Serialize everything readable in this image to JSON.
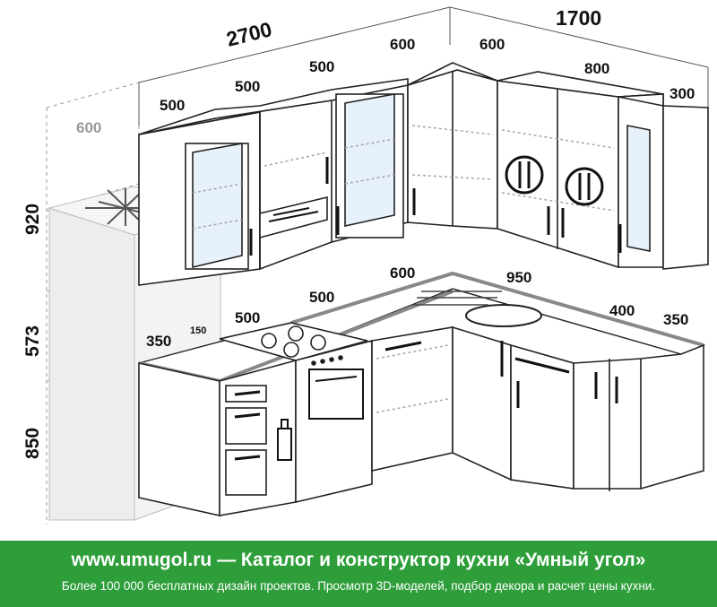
{
  "dimensions": {
    "width_left_run": "2700",
    "width_right_run": "1700",
    "upper": {
      "left_1": "500",
      "left_2": "500",
      "left_3": "500",
      "corner_left": "600",
      "corner_right": "600",
      "right_1": "800",
      "right_2": "300",
      "fridge_depth": "600"
    },
    "heights": {
      "upper": "920",
      "middle": "573",
      "lower": "850"
    },
    "lower": {
      "left_end": "350",
      "gap": "150",
      "hob": "500",
      "oven": "500",
      "sink_depth": "600",
      "sink_run": "950",
      "right_1": "400",
      "right_2": "350"
    }
  },
  "banner": {
    "title": "www.umugol.ru  —  Каталог и конструктор кухни «Умный угол»",
    "subtitle": "Более 100 000 бесплатных дизайн проектов. Просмотр 3D-моделей, подбор декора и расчет цены кухни."
  },
  "colors": {
    "banner_bg": "#2e9e3a",
    "line": "#222222",
    "fridge_fill": "#f1f1f1",
    "glass": "#dceefb"
  }
}
